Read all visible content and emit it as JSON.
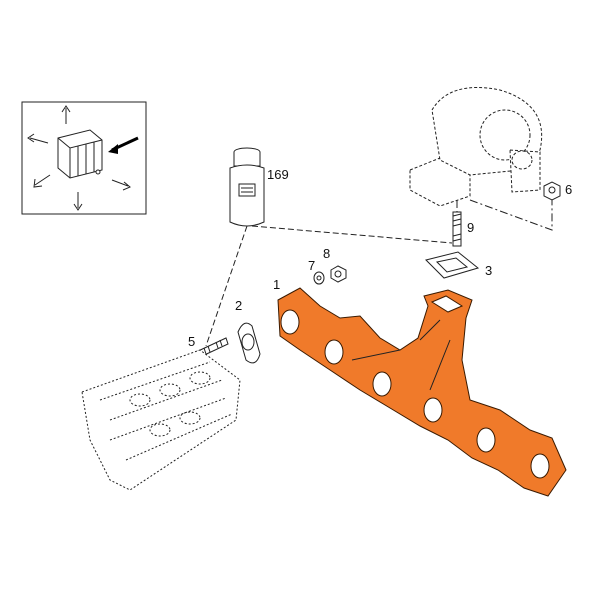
{
  "colors": {
    "highlight": "#f07a2a",
    "line": "#222222",
    "background": "#ffffff"
  },
  "callouts": [
    {
      "id": "1",
      "label": "1"
    },
    {
      "id": "2",
      "label": "2"
    },
    {
      "id": "3",
      "label": "3"
    },
    {
      "id": "5",
      "label": "5"
    },
    {
      "id": "6",
      "label": "6"
    },
    {
      "id": "7",
      "label": "7"
    },
    {
      "id": "8",
      "label": "8"
    },
    {
      "id": "9",
      "label": "9"
    },
    {
      "id": "169",
      "label": "169"
    }
  ],
  "parts": {
    "highlighted": "exhaust-manifold",
    "inset": "location-view-icon"
  }
}
